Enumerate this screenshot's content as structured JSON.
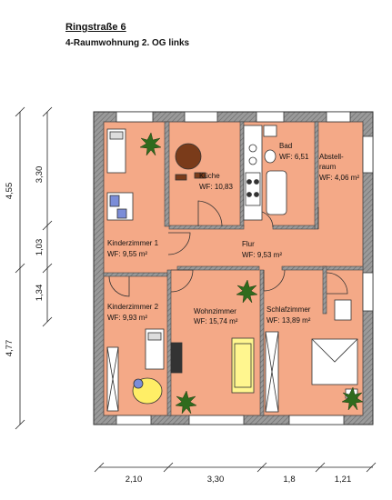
{
  "header": {
    "title": "Ringstraße 6",
    "subtitle": "4-Raumwohnung 2. OG links"
  },
  "rooms": {
    "kueche": {
      "name": "Küche",
      "area": "WF: 10,83"
    },
    "bad": {
      "name": "Bad",
      "area": "WF: 6,51"
    },
    "abstell": {
      "name_line1": "Abstell-",
      "name_line2": "raum",
      "area": "WF: 4,06 m²"
    },
    "kinder1": {
      "name": "Kinderzimmer 1",
      "area": "WF: 9,55 m²"
    },
    "flur": {
      "name": "Flur",
      "area": "WF: 9,53 m²"
    },
    "kinder2": {
      "name": "Kinderzimmer 2",
      "area": "WF: 9,93 m²"
    },
    "wohn": {
      "name": "Wohnzimmer",
      "area": "WF: 15,74 m²"
    },
    "schlaf": {
      "name": "Schlafzimmer",
      "area": "WF: 13,89 m²"
    }
  },
  "dimensions": {
    "left_outer": [
      "4,55",
      "4,77"
    ],
    "left_inner": [
      "3,30",
      "1,03",
      "1,34"
    ],
    "bottom": [
      "2,10",
      "3,30",
      "1,8",
      "1,21"
    ]
  },
  "colors": {
    "floor": "#f4a987",
    "wall": "#8a8a8a",
    "wall_dark": "#3a3a3a"
  }
}
